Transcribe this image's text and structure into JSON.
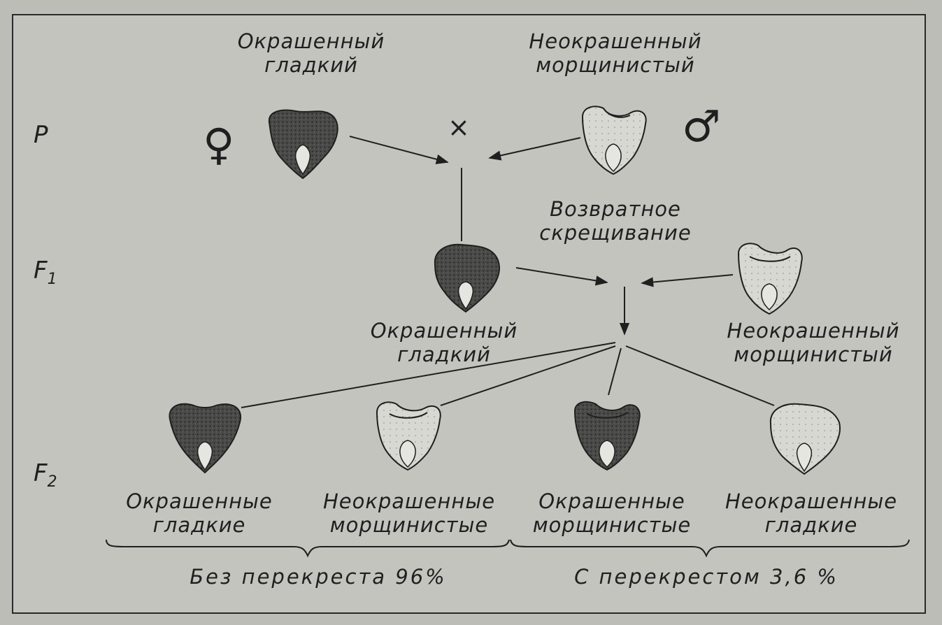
{
  "generations": {
    "p": "P",
    "f1": "F",
    "f1_sub": "1",
    "f2": "F",
    "f2_sub": "2"
  },
  "symbols": {
    "female": "♀",
    "male": "♂",
    "cross": "×"
  },
  "parents": {
    "female": {
      "line1": "Окрашенный",
      "line2": "гладкий"
    },
    "male": {
      "line1": "Неокрашенный",
      "line2": "морщинистый"
    }
  },
  "backcross": {
    "line1": "Возвратное",
    "line2": "скрещивание"
  },
  "f1": {
    "hybrid": {
      "line1": "Окрашенный",
      "line2": "гладкий"
    },
    "tester": {
      "line1": "Неокрашенный",
      "line2": "морщинистый"
    }
  },
  "f2": [
    {
      "line1": "Окрашенные",
      "line2": "гладкие"
    },
    {
      "line1": "Неокрашенные",
      "line2": "морщинистые"
    },
    {
      "line1": "Окрашенные",
      "line2": "морщинистые"
    },
    {
      "line1": "Неокрашенные",
      "line2": "гладкие"
    }
  ],
  "groups": {
    "no_crossover": "Без перекреста 96%",
    "crossover": "С перекрестом 3,6 %"
  },
  "colors": {
    "ink": "#1f1f1f",
    "paper": "#c4c4be",
    "seed_dark": "#3a3a3a",
    "seed_light": "#d6d6d0"
  }
}
